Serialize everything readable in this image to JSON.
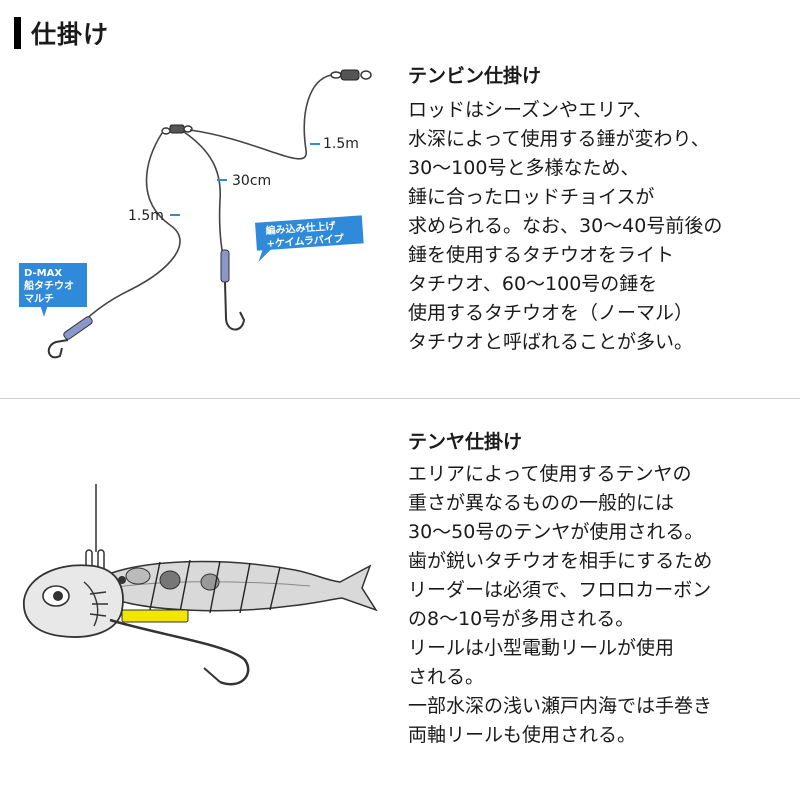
{
  "header": {
    "title": "仕掛け"
  },
  "tenbin": {
    "title": "テンビン仕掛け",
    "lines": [
      "ロッドはシーズンやエリア、",
      "水深によって使用する錘が変わり、",
      "30～100号と多様なため、",
      "錘に合ったロッドチョイスが",
      "求められる。なお、30～40号前後の",
      "錘を使用するタチウオをライト",
      "タチウオ、60～100号の錘を",
      "使用するタチウオを（ノーマル）",
      "タチウオと呼ばれることが多い。"
    ],
    "diagram": {
      "label_upper_length": "1.5m",
      "label_mid_length": "30cm",
      "label_lower_length": "1.5m",
      "callout_dmax_lines": [
        "D-MAX",
        "船タチウオ",
        "マルチ"
      ],
      "callout_knot_lines": [
        "編み込み仕上げ",
        "+ケイムラパイプ"
      ],
      "accent_color": "#2f8ad9",
      "tube_color": "#8a97c8"
    }
  },
  "tenya": {
    "title": "テンヤ仕掛け",
    "lines": [
      "エリアによって使用するテンヤの",
      "重さが異なるものの一般的には",
      "30～50号のテンヤが使用される。",
      "歯が鋭いタチウオを相手にするため",
      "リーダーは必須で、フロロカーボン",
      "の8～10号が多用される。",
      "リールは小型電動リールが使用",
      "される。",
      "一部水深の浅い瀬戸内海では手巻き",
      "両軸リールも使用される。"
    ],
    "diagram": {
      "glow_color": "#f2e600"
    }
  }
}
